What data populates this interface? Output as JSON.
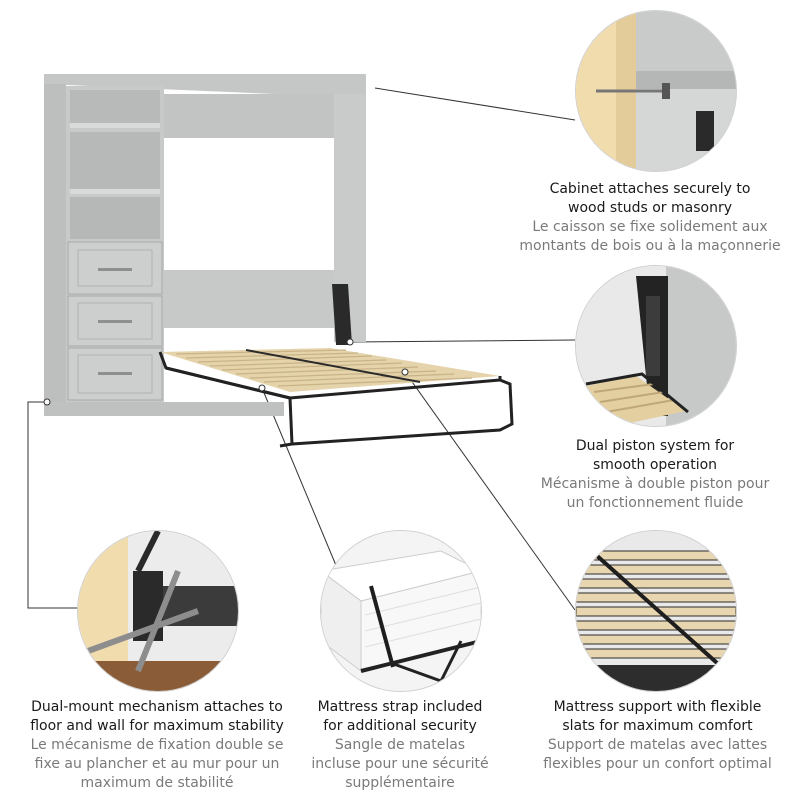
{
  "colors": {
    "cabinet": "#c8c9c9",
    "cabinet_dark": "#b3b5b5",
    "slat": "#e8d6b0",
    "frame": "#222222",
    "text_en": "#1a1a1a",
    "text_fr": "#7a7a7a"
  },
  "features": [
    {
      "id": "cabinet",
      "en": "Cabinet attaches securely to\nwood studs or masonry",
      "fr": "Le caisson se fixe solidement aux\nmontants de bois ou à la maçonnerie"
    },
    {
      "id": "piston",
      "en": "Dual piston system for\nsmooth operation",
      "fr": "Mécanisme à double piston pour\nun fonctionnement fluide"
    },
    {
      "id": "mount",
      "en": "Dual-mount mechanism attaches to\nfloor and wall for maximum stability",
      "fr": "Le mécanisme de fixation double se\nfixe au plancher et au mur pour un\nmaximum de stabilité"
    },
    {
      "id": "strap",
      "en": "Mattress strap included\nfor additional security",
      "fr": "Sangle de matelas\nincluse pour une sécurité\nsupplémentaire"
    },
    {
      "id": "slats",
      "en": "Mattress support with flexible\nslats for maximum comfort",
      "fr": "Support de matelas avec lattes\nflexibles pour un confort optimal"
    }
  ]
}
